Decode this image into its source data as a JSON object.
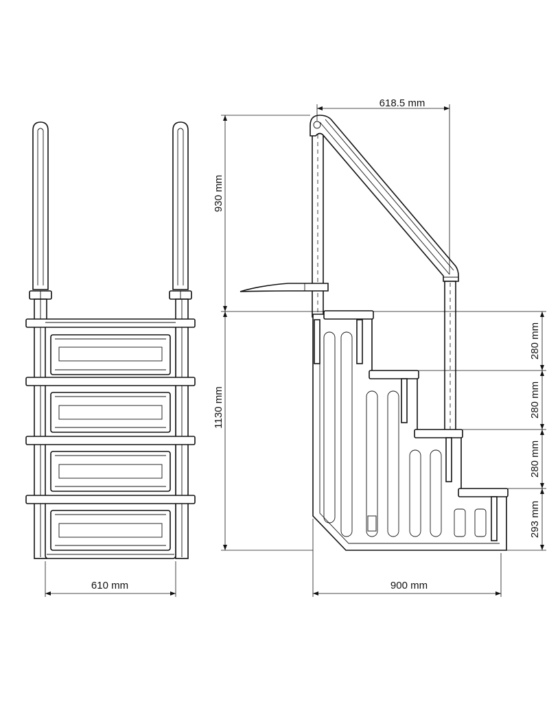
{
  "dimensions": {
    "front_width": "610 mm",
    "side_depth": "900 mm",
    "handrail_reach": "618.5 mm",
    "handrail_height": "930 mm",
    "total_height": "1130 mm",
    "step_rise_1": "280 mm",
    "step_rise_2": "280 mm",
    "step_rise_3": "280 mm",
    "step_rise_bottom": "293 mm"
  },
  "colors": {
    "line": "#111111",
    "background": "#ffffff"
  }
}
